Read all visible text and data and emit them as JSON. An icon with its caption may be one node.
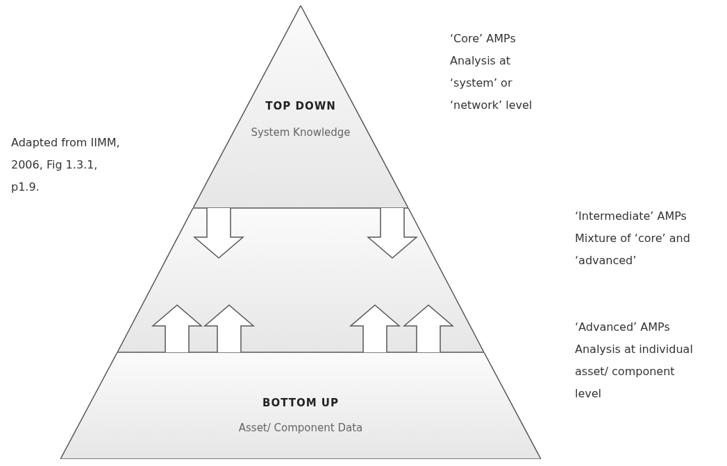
{
  "diagram": {
    "nodes": [
      {
        "text": [
          "TOP DOWN",
          "System Knowledge"
        ],
        "beside": [
          "‘Core’ AMPs Analysis at ‘system’ or ‘network’ level"
        ]
      },
      {
        "text": [],
        "shape": "band"
      },
      {
        "text": [
          "BOTTOM UP",
          "Asset/ Component Data"
        ],
        "beside": [
          "‘Advanced’ AMPs Analysis at individual asset/ component level"
        ]
      }
    ],
    "edges": [
      {
        "from": 0,
        "to": 1,
        "arrow": "to"
      },
      {
        "from": 0,
        "to": 1,
        "arrow": "to"
      },
      {
        "from": 2,
        "to": 1,
        "arrow": "to"
      },
      {
        "from": 2,
        "to": 1,
        "arrow": "to"
      },
      {
        "from": 2,
        "to": 1,
        "arrow": "to"
      },
      {
        "from": 2,
        "to": 1,
        "arrow": "to"
      }
    ],
    "labels": [
      "Adapted from IIMM, 2006, Fig 1.3.1, p1.9.",
      "‘Intermediate’ AMPs Mixture of ‘core’ and ‘advanced’"
    ]
  }
}
